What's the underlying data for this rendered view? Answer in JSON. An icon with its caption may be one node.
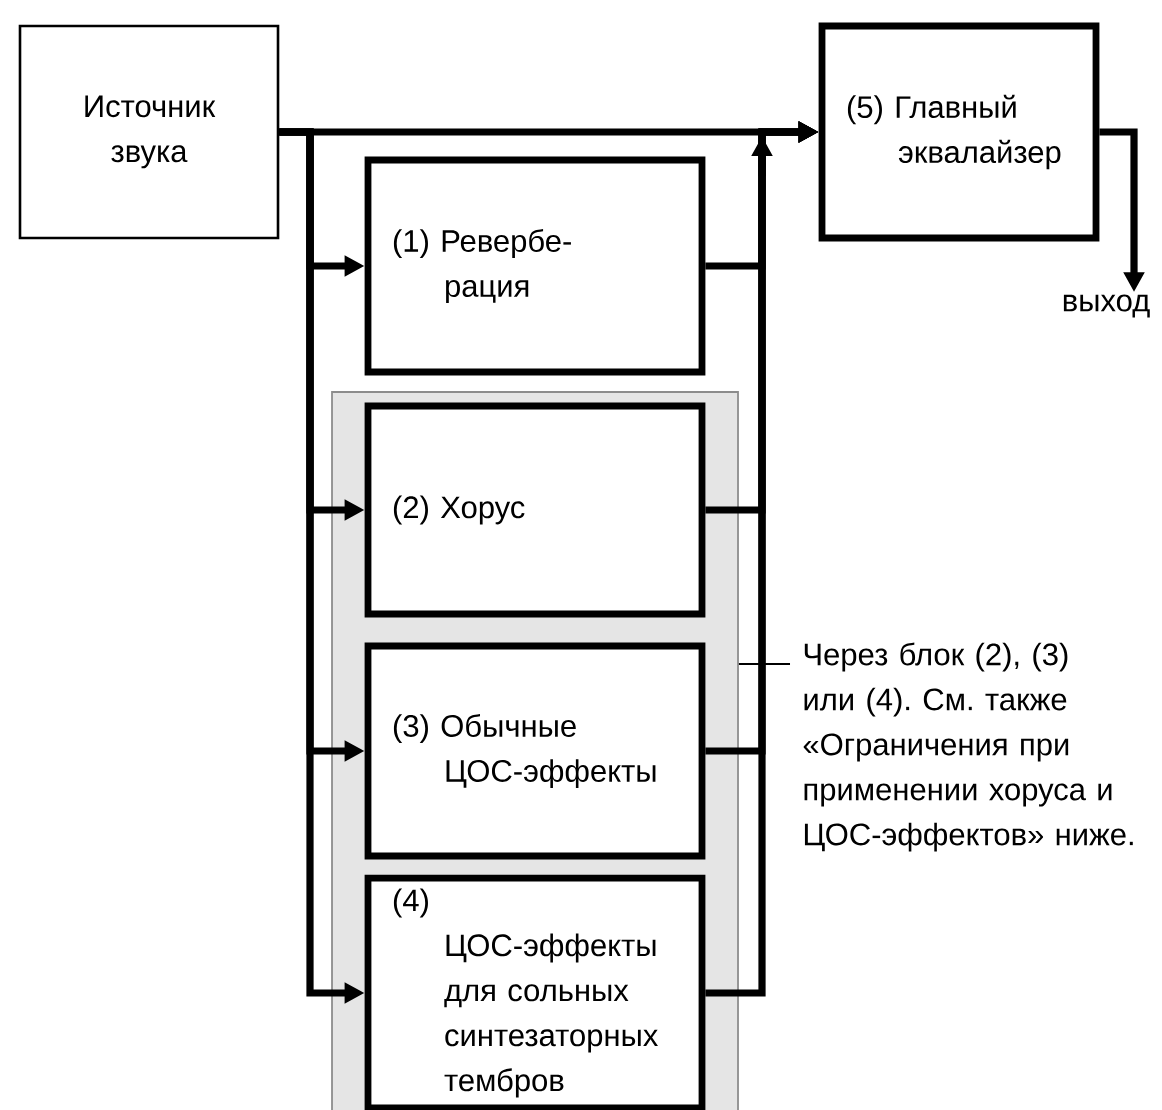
{
  "diagram": {
    "nodes": [
      {
        "text": [
          "Источник звука"
        ]
      },
      {
        "text": [
          "(5) Главный эквалайзер"
        ]
      },
      {
        "text": [
          "(1) Ревербе- рация"
        ]
      },
      {
        "text": [],
        "shape": "box"
      },
      {
        "text": [
          "(2) Хорус"
        ],
        "in": 3
      },
      {
        "text": [
          "(3) Обычные ЦОС-эффекты"
        ],
        "in": 3
      },
      {
        "text": [
          "(4) ЦОС-эффекты для сольных синтезаторных тембров"
        ],
        "in": 3
      },
      {
        "text": [
          "выход"
        ]
      },
      {
        "text": [
          "Через блок (2), (3) или (4). См. также «Ограничения при применении хоруса и ЦОС-эффектов» ниже."
        ]
      }
    ],
    "edges": [
      {
        "from": 0,
        "to": 1,
        "arrow": "to"
      },
      {
        "from": 0,
        "to": 2,
        "arrow": "to"
      },
      {
        "from": 0,
        "to": 4,
        "arrow": "to"
      },
      {
        "from": 0,
        "to": 5,
        "arrow": "to"
      },
      {
        "from": 0,
        "to": 6,
        "arrow": "to"
      },
      {
        "from": 2,
        "to": 1,
        "arrow": "to"
      },
      {
        "from": 4,
        "to": 1,
        "arrow": "to"
      },
      {
        "from": 5,
        "to": 1,
        "arrow": "to"
      },
      {
        "from": 6,
        "to": 1,
        "arrow": "to"
      },
      {
        "from": 1,
        "to": 7,
        "arrow": "to"
      },
      {
        "from": 8,
        "to": 3,
        "arrow": "none"
      }
    ]
  }
}
